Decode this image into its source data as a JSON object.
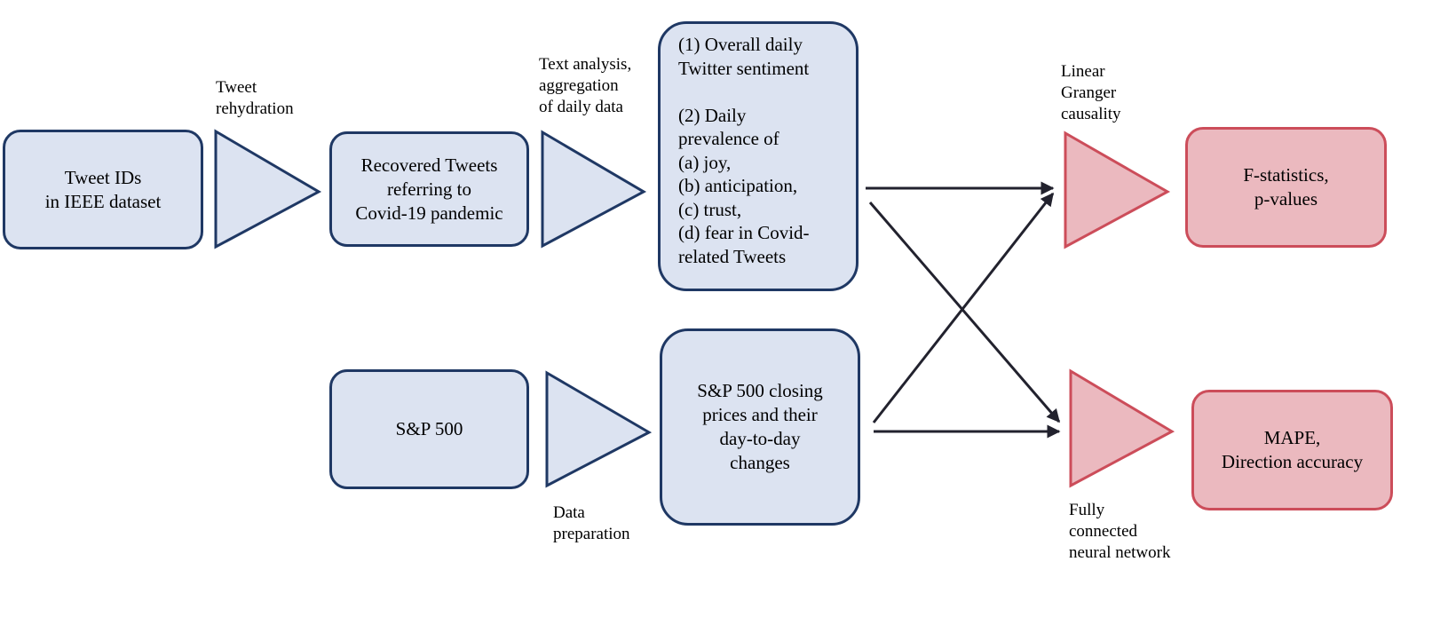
{
  "colors": {
    "input_fill": "#dce3f1",
    "input_stroke": "#1f3864",
    "output_fill": "#ebb9bf",
    "output_stroke": "#cc4d5a",
    "arrow": "#22222e"
  },
  "boxes": {
    "tweet_ids": "Tweet IDs\nin IEEE dataset",
    "recovered_tweets": "Recovered Tweets\nreferring to\nCovid-19 pandemic",
    "sentiment": "(1) Overall daily\nTwitter sentiment\n\n(2) Daily\nprevalence of\n(a) joy,\n(b) anticipation,\n(c) trust,\n(d) fear in Covid-\nrelated Tweets",
    "sp500": "S&P 500",
    "sp500_prices": "S&P 500 closing\nprices and their\nday-to-day\nchanges",
    "f_statistics": "F-statistics,\np-values",
    "mape": "MAPE,\nDirection accuracy"
  },
  "steps": {
    "rehydration": "Tweet\nrehydration",
    "text_analysis": "Text analysis,\naggregation\nof daily data",
    "data_preparation": "Data\npreparation",
    "granger": "Linear\nGranger\ncausality",
    "neural_network": "Fully\nconnected\nneural network"
  }
}
